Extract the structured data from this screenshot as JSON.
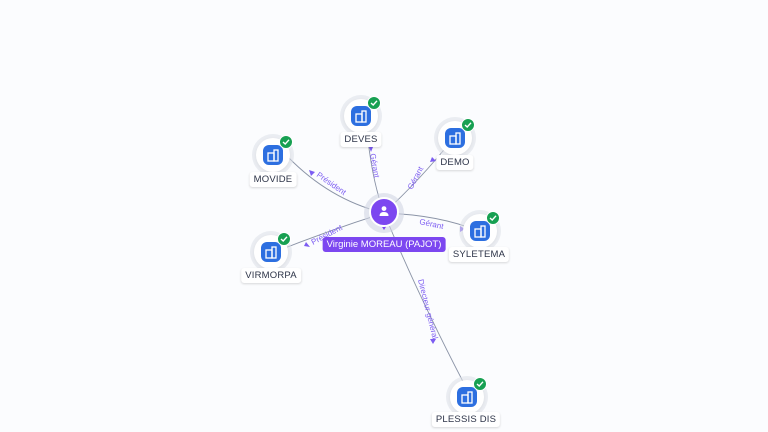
{
  "person": {
    "name": "Virginie MOREAU (PAJOT)",
    "icon": "person-icon",
    "color": "#7c47f0"
  },
  "companies": [
    {
      "id": "movide",
      "name": "MOVIDE",
      "role": "Président",
      "icon": "building-icon",
      "status": "verified-check-icon"
    },
    {
      "id": "deves",
      "name": "DEVES",
      "role": "Gérant",
      "icon": "building-icon",
      "status": "verified-check-icon"
    },
    {
      "id": "demo",
      "name": "DEMO",
      "role": "Gérant",
      "icon": "building-icon",
      "status": "verified-check-icon"
    },
    {
      "id": "syletema",
      "name": "SYLETEMA",
      "role": "Gérant",
      "icon": "building-icon",
      "status": "verified-check-icon"
    },
    {
      "id": "virmorpa",
      "name": "VIRMORPA",
      "role": "Président",
      "icon": "building-icon",
      "status": "verified-check-icon"
    },
    {
      "id": "plessis-dis",
      "name": "PLESSIS DIS",
      "role": "Directeur général",
      "icon": "building-icon",
      "status": "verified-check-icon"
    }
  ],
  "colors": {
    "company_tile": "#2d6fe0",
    "verified": "#17a052",
    "edge": "#8a93a6",
    "edge_label": "#7c5cf2"
  }
}
